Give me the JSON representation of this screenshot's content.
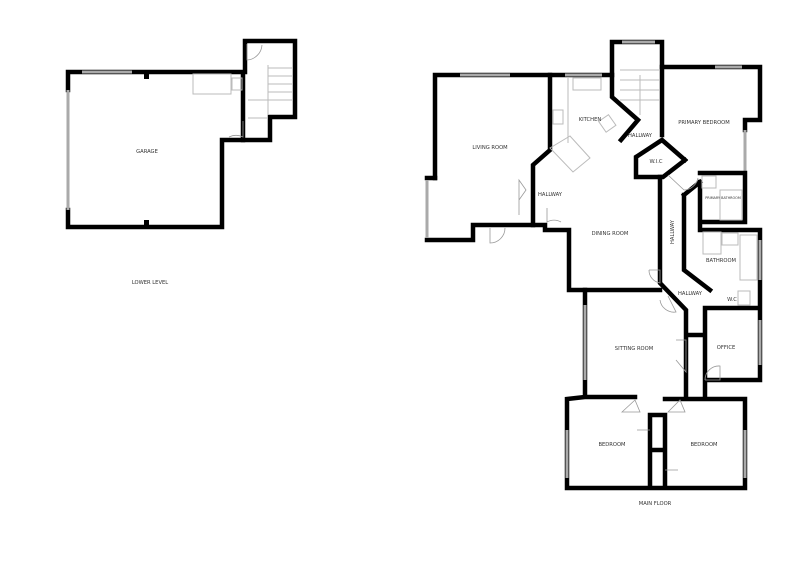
{
  "levels": {
    "lower": {
      "title": "LOWER LEVEL",
      "rooms": {
        "garage": "GARAGE"
      }
    },
    "main": {
      "title": "MAIN FLOOR",
      "rooms": {
        "living_room": "LIVING ROOM",
        "kitchen": "KITCHEN",
        "hallway_kitchen": "HALLWAY",
        "hallway_west": "HALLWAY",
        "primary_bedroom": "PRIMARY BEDROOM",
        "wic": "W.I.C",
        "primary_bathroom": "PRIMARY BATHROOM",
        "dining_room": "DINING ROOM",
        "hallway_vertical": "HALLWAY",
        "bathroom": "BATHROOM",
        "hallway_south": "HALLWAY",
        "wc": "W.C",
        "office": "OFFICE",
        "sitting_room": "SITTING ROOM",
        "bedroom_left": "BEDROOM",
        "bedroom_right": "BEDROOM"
      }
    }
  }
}
